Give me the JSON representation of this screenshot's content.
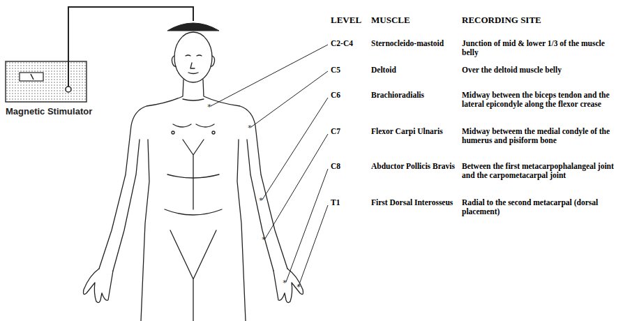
{
  "diagram": {
    "nodes": [
      {
        "text": [
          "Magnetic Stimulator"
        ]
      }
    ],
    "labels": [
      "LEVEL",
      "MUSCLE",
      "RECORDING SITE",
      "C2-C4",
      "Sternocleido-mastoid",
      "Junction of mid & lower 1/3 of the muscle belly",
      "C5",
      "Deltoid",
      "Over the deltoid muscle belly",
      "C6",
      "Brachioradialis",
      "Midway between the biceps tendon and the lateral epicondyle along the flexor crease",
      "C7",
      "Flexor Carpi Ulnaris",
      "Midway betweem the medial condyle of the humerus and pisiform bone",
      "C8",
      "Abductor Pollicis Bravis",
      "Between the first metacarpophalangeal joint and the carpometacarpal joint",
      "T1",
      "First Dorsal Interosseus",
      "Radial to the second metacarpal (dorsal placement)"
    ]
  }
}
